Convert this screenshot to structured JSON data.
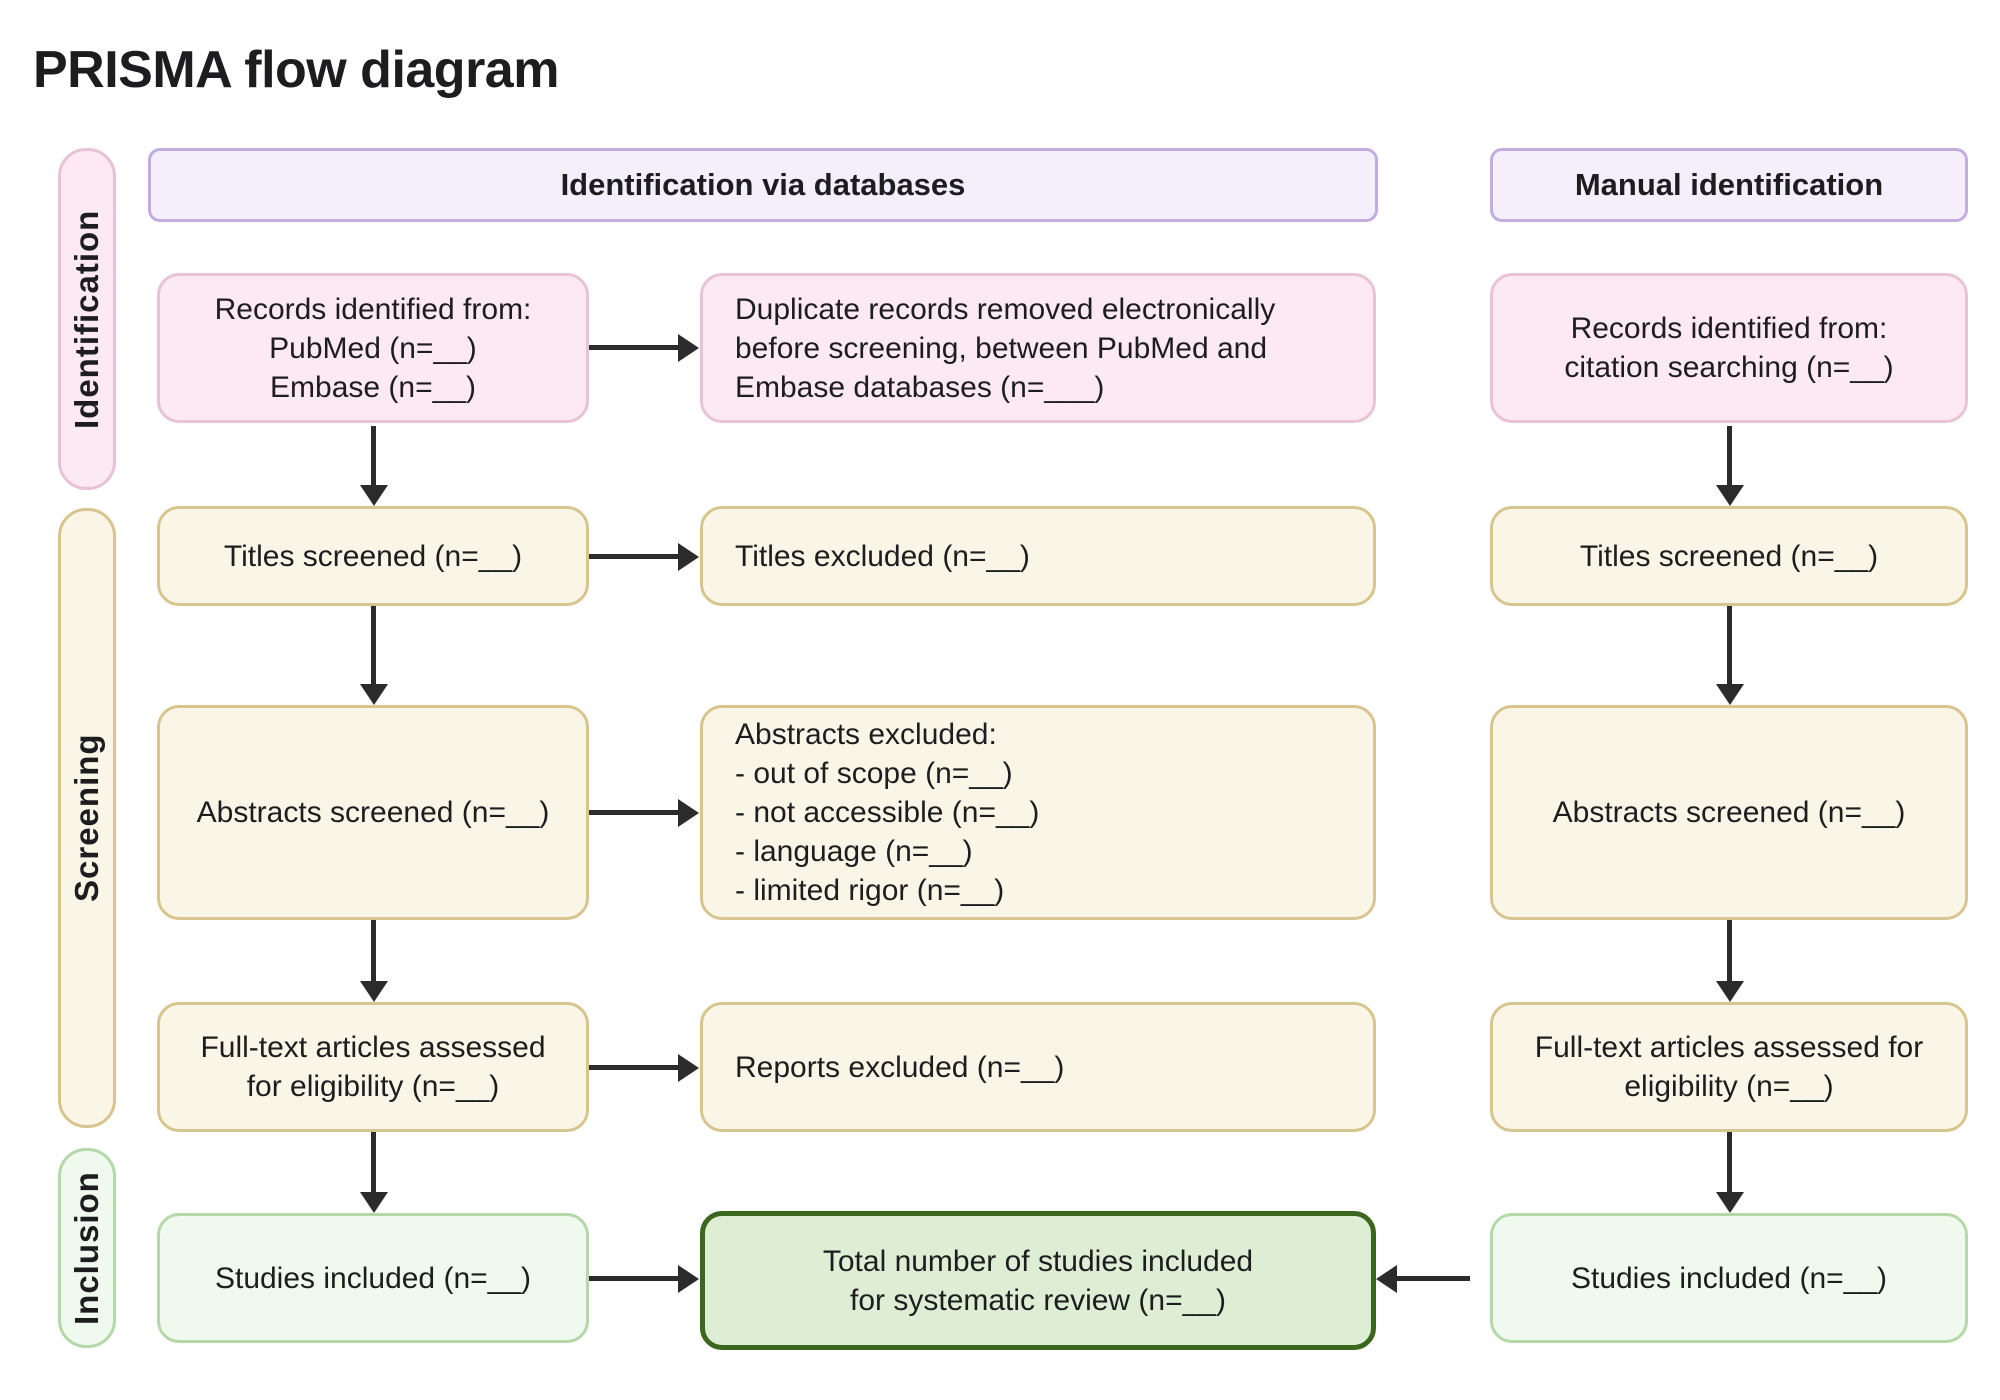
{
  "title": "PRISMA flow diagram",
  "stages": {
    "identification": "Identification",
    "screening": "Screening",
    "inclusion": "Inclusion"
  },
  "headers": {
    "databases": "Identification via databases",
    "manual": "Manual identification"
  },
  "database_column": {
    "records": "Records identified from:\nPubMed (n=__)\nEmbase (n=__)",
    "titles_screened": "Titles screened (n=__)",
    "abstracts_screened": "Abstracts screened (n=__)",
    "fulltext_assessed": "Full-text articles assessed\nfor eligibility (n=__)",
    "studies_included": "Studies included (n=__)"
  },
  "exclusion_column": {
    "duplicates_removed": "Duplicate records removed electronically\nbefore screening, between PubMed and\nEmbase databases (n=___)",
    "titles_excluded": "Titles excluded  (n=__)",
    "abstracts_excluded": "Abstracts excluded:\n- out of scope (n=__)\n- not accessible (n=__)\n- language (n=__)\n- limited rigor (n=__)",
    "reports_excluded": "Reports excluded (n=__)",
    "total_included": "Total number of studies included\nfor systematic review (n=__)"
  },
  "manual_column": {
    "records": "Records identified from:\ncitation searching  (n=__)",
    "titles_screened": "Titles screened (n=__)",
    "abstracts_screened": "Abstracts screened (n=__)",
    "fulltext_assessed": "Full-text articles  assessed for\neligibility (n=__)",
    "studies_included": "Studies included (n=__)"
  },
  "colors": {
    "pink_fill": "#fce9f2",
    "pink_border": "#e8c2d7",
    "lavender_fill": "#f5effc",
    "lavender_border": "#c3ade0",
    "cream_fill": "#faf6e7",
    "cream_border": "#d8c48e",
    "lightgreen_fill": "#f0f9ee",
    "lightgreen_border": "#b4d8a7",
    "darkgreen_fill": "#ddeed5",
    "darkgreen_border": "#3a661e",
    "arrow": "#2b2b2b",
    "text": "#1d1d1f"
  }
}
